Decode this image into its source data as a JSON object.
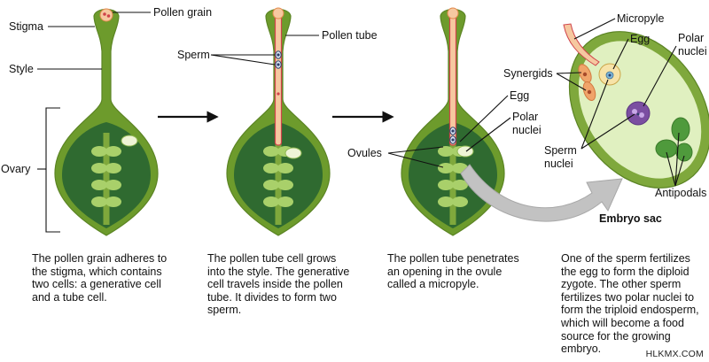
{
  "colors": {
    "pistil": "#6d9b2c",
    "pistil_edge": "#5b8424",
    "ovary_inner": "#2f6a30",
    "ovule": "#a9d06a",
    "pollen_tube": "#f6c8a0",
    "pollen_tube_edge": "#d0434a",
    "embryo_sac": "#e0f0c0",
    "polar_nuclei": "#7b4ea1",
    "arrow_gray": "#c2c2c2"
  },
  "labels": {
    "pollen_grain": "Pollen grain",
    "stigma": "Stigma",
    "style": "Style",
    "ovary": "Ovary",
    "sperm": "Sperm",
    "pollen_tube": "Pollen tube",
    "egg_p3": "Egg",
    "polar_nuclei_p3": [
      "Polar",
      "nuclei"
    ],
    "ovules": "Ovules",
    "micropyle": "Micropyle",
    "egg_p4": "Egg",
    "polar_nuclei_p4": [
      "Polar",
      "nuclei"
    ],
    "synergids": "Synergids",
    "sperm_nuclei": [
      "Sperm",
      "nuclei"
    ],
    "antipodals": "Antipodals",
    "embryo_sac": "Embryo sac"
  },
  "captions": [
    [
      "The pollen grain adheres to",
      "the stigma, which contains",
      "two cells: a generative cell",
      "and a tube cell."
    ],
    [
      "The pollen tube cell grows",
      "into the style. The generative",
      "cell travels inside the pollen",
      "tube. It divides to form two",
      "sperm."
    ],
    [
      "The pollen tube penetrates",
      "an opening in the ovule",
      "called a micropyle."
    ],
    [
      "One of the sperm fertilizes",
      "the egg to form the diploid",
      "zygote. The other sperm",
      "fertilizes two polar nuclei to",
      "form the triploid endosperm,",
      "which will become a food",
      "source for the growing",
      "embryo."
    ]
  ],
  "watermark": "HLKMX.COM"
}
